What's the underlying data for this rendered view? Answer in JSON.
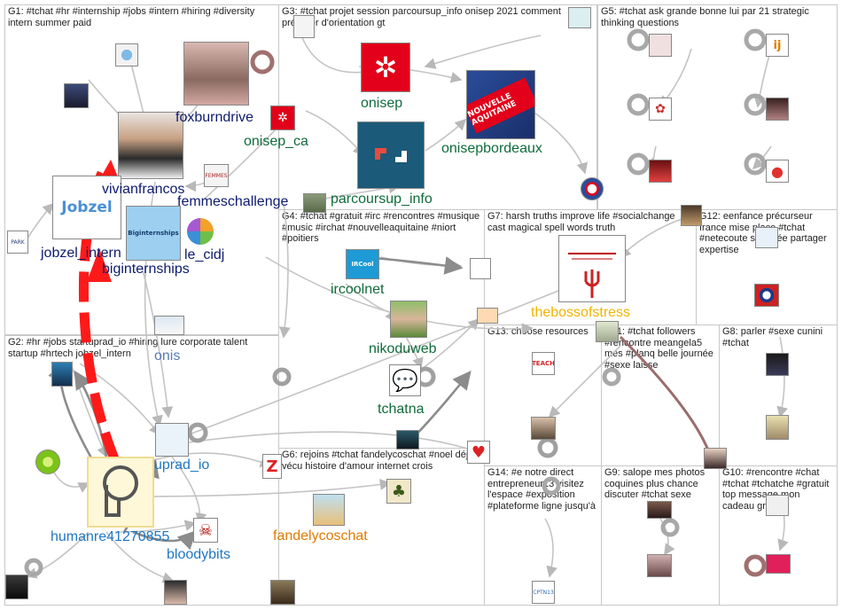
{
  "groups": [
    {
      "id": "G1",
      "title": "G1: #tchat #hr #internship #jobs #intern #hiring #diversity intern summer paid"
    },
    {
      "id": "G2",
      "title": "G2: #hr #jobs startuprad_io #hiring lure corporate talent startup #hrtech jobzel_intern"
    },
    {
      "id": "G3",
      "title": "G3: #tchat projet session parcoursup_info onisep 2021 comment préparer d'orientation gt"
    },
    {
      "id": "G4",
      "title": "G4: #tchat #gratuit #irc #rencontres #musique #music #irchat #nouvelleaquitaine #niort #poitiers"
    },
    {
      "id": "G5",
      "title": "G5: #tchat ask grande bonne lui par 21 strategic thinking questions"
    },
    {
      "id": "G6",
      "title": "G6: rejoins #tchat fandelycoschat #noel déjà vécu histoire d'amour internet crois"
    },
    {
      "id": "G7",
      "title": "G7: harsh truths improve life #socialchange cast magical spell words truth"
    },
    {
      "id": "G8",
      "title": "G8: parler #sexe cunini #tchat"
    },
    {
      "id": "G9",
      "title": "G9: salope mes photos coquines plus chance discuter #tchat sexe"
    },
    {
      "id": "G10",
      "title": "G10: #rencontre #chat #tchat #tchatche #gratuit top message mon cadeau gratuit"
    },
    {
      "id": "G11",
      "title": "G11: #tchat followers #rencontre meangela5 mes #planq belle journée #sexe laisse"
    },
    {
      "id": "G12",
      "title": "G12: eenfance précurseur france mise place #tchat #netecoute sollicitée partager expertise"
    },
    {
      "id": "G13",
      "title": "G13: choose resources"
    },
    {
      "id": "G14",
      "title": "G14: #e notre direct entrepreneur13 visitez l'espace #exposition #plateforme ligne jusqu'à"
    }
  ],
  "labels": {
    "foxburndrive": "foxburndrive",
    "vivianfrancos": "vivianfrancos",
    "femmeschallenge": "femmeschallenge",
    "jobzel_intern": "jobzel_intern",
    "biginternships": "biginternships",
    "le_cidj": "le_cidj",
    "onis": "onis",
    "startuprad_io": "uprad_io",
    "humanre": "humanre41270855",
    "bloodybits": "bloodybits",
    "onisep": "onisep",
    "onisep_ca": "onisep_ca",
    "onisepbordeaux": "onisepbordeaux",
    "parcoursup_info": "parcoursup_info",
    "ircoolnet": "ircoolnet",
    "nikoduweb": "nikoduweb",
    "tchatna": "tchatna",
    "fandelycoschat": "fandelycoschat",
    "thebossofstress": "thebossofstress"
  },
  "logos": {
    "jobzel": "Jobzel",
    "biginternships": "Biginternships",
    "ircool": "IRCool",
    "teach": "TEACH",
    "park": "PARK",
    "femmes": "FEMMES",
    "onisep_small": "ONISEP",
    "cptn": "CPTN13",
    "z": "Z",
    "nouvelle_aquitaine": "NOUVELLE AQUITAINE"
  },
  "colors": {
    "edge": "#c4c4c4",
    "edge_dark": "#8c8c8c",
    "edge_red": "#ff1a1a",
    "edge_brown": "#9a6d6d",
    "label_navy": "#0d1b6e",
    "label_green": "#0f6b3a",
    "label_blue": "#1f77c4",
    "label_orange": "#e07b00",
    "label_yellow": "#f0b400",
    "onisep_red": "#e2001a",
    "parcoursup_teal": "#1b5a78"
  }
}
